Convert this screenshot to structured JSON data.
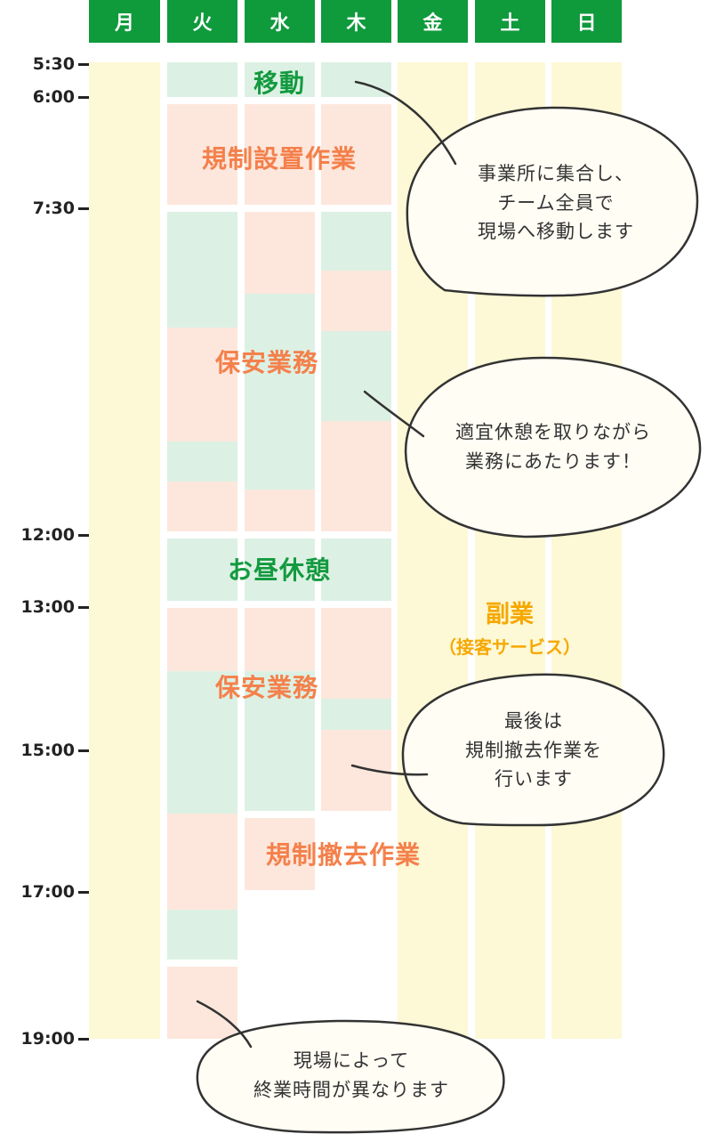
{
  "days": [
    "月",
    "火",
    "水",
    "木",
    "金",
    "土",
    "日"
  ],
  "times": [
    "5:30",
    "6:00",
    "7:30",
    "12:00",
    "13:00",
    "15:00",
    "17:00",
    "19:00"
  ],
  "labels": {
    "move": "移動",
    "setup": "規制設置作業",
    "security_am": "保安業務",
    "lunch": "お昼休憩",
    "security_pm": "保安業務",
    "removal": "規制撤去作業"
  },
  "side_job": {
    "main": "副業",
    "sub": "（接客サービス）"
  },
  "bubbles": {
    "b1": [
      "事業所に集合し、",
      "チーム全員で",
      "現場へ移動します"
    ],
    "b2": [
      "適宜休憩を取りながら",
      "業務にあたります！"
    ],
    "b3": [
      "最後は",
      "規制撤去作業を",
      "行います"
    ],
    "b4": [
      "現場によって",
      "終業時間が異なります"
    ]
  },
  "colors": {
    "header_green": "#0f9a3c",
    "work_orange": "#fde7dc",
    "rest_green": "#dcf1e4",
    "side_yellow": "#fdf8d5",
    "label_orange": "#f4804b",
    "label_green": "#139a3f",
    "side_text": "#f6a800"
  }
}
